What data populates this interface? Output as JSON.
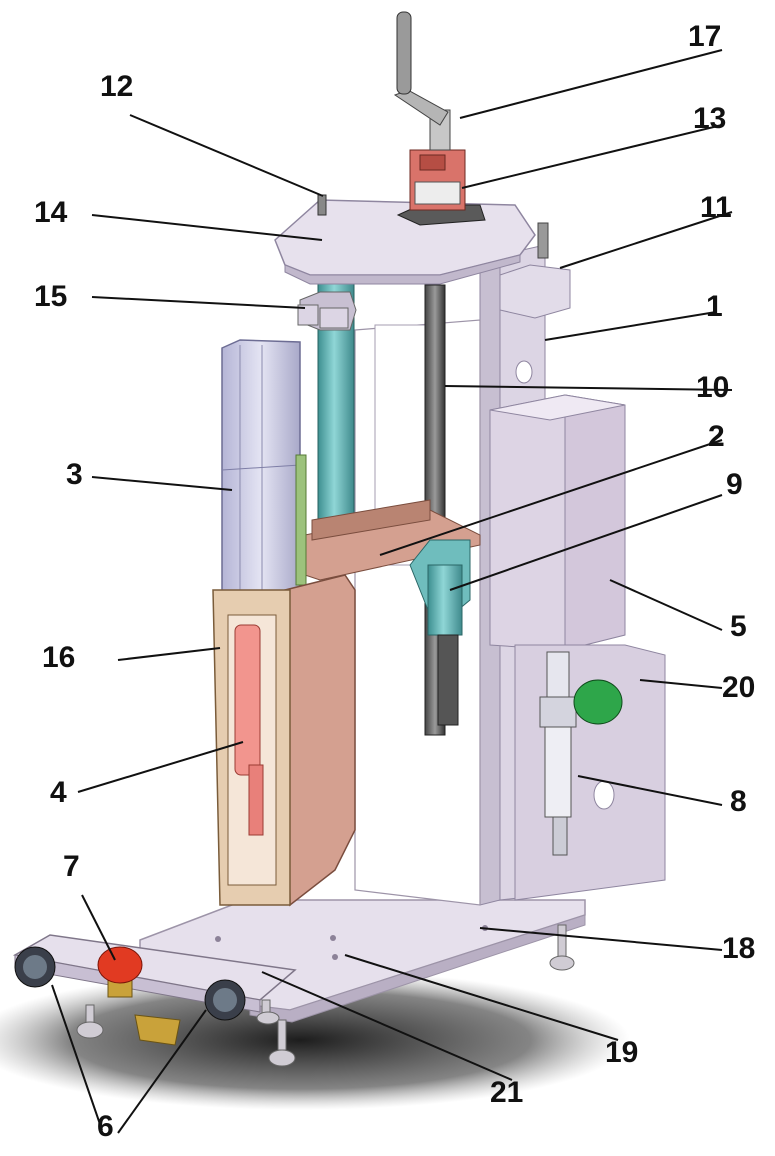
{
  "labels": {
    "l1": "1",
    "l2": "2",
    "l3": "3",
    "l4": "4",
    "l5": "5",
    "l6": "6",
    "l7": "7",
    "l8": "8",
    "l9": "9",
    "l10": "10",
    "l11": "11",
    "l12": "12",
    "l13": "13",
    "l14": "14",
    "l15": "15",
    "l16": "16",
    "l17": "17",
    "l18": "18",
    "l19": "19",
    "l20": "20",
    "l21": "21"
  },
  "colors": {
    "frame": "#d9d2e0",
    "frame_dark": "#b9afc4",
    "base": "#e6e0ec",
    "teal": "#5fb4b4",
    "cylinder": "#c9c9e3",
    "copper": "#d4a090",
    "wood": "#e6cdb0",
    "red_tube": "#f2958e",
    "green_knob": "#2ea64a",
    "red_button": "#e13a22",
    "brass": "#c9a23a",
    "clamp_red": "#d9736a",
    "shadow": "#1e1e1e"
  }
}
